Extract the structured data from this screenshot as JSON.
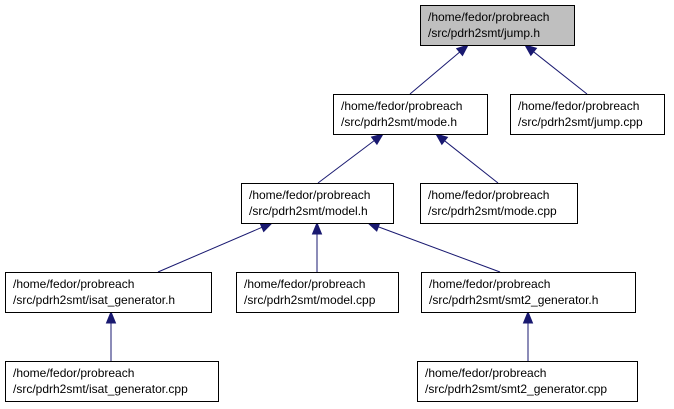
{
  "graph": {
    "colors": {
      "edge": "#191970",
      "root_fill": "#bfbfbf",
      "node_fill": "#ffffff",
      "node_border": "#000000"
    },
    "nodes": [
      {
        "id": "jump_h",
        "line1": "/home/fedor/probreach",
        "line2": "/src/pdrh2smt/jump.h",
        "root": true
      },
      {
        "id": "mode_h",
        "line1": "/home/fedor/probreach",
        "line2": "/src/pdrh2smt/mode.h"
      },
      {
        "id": "jump_cpp",
        "line1": "/home/fedor/probreach",
        "line2": "/src/pdrh2smt/jump.cpp"
      },
      {
        "id": "model_h",
        "line1": "/home/fedor/probreach",
        "line2": "/src/pdrh2smt/model.h"
      },
      {
        "id": "mode_cpp",
        "line1": "/home/fedor/probreach",
        "line2": "/src/pdrh2smt/mode.cpp"
      },
      {
        "id": "isat_h",
        "line1": "/home/fedor/probreach",
        "line2": "/src/pdrh2smt/isat_generator.h"
      },
      {
        "id": "model_cpp",
        "line1": "/home/fedor/probreach",
        "line2": "/src/pdrh2smt/model.cpp"
      },
      {
        "id": "smt2_h",
        "line1": "/home/fedor/probreach",
        "line2": "/src/pdrh2smt/smt2_generator.h"
      },
      {
        "id": "isat_cpp",
        "line1": "/home/fedor/probreach",
        "line2": "/src/pdrh2smt/isat_generator.cpp"
      },
      {
        "id": "smt2_cpp",
        "line1": "/home/fedor/probreach",
        "line2": "/src/pdrh2smt/smt2_generator.cpp"
      }
    ],
    "edges": [
      {
        "from": "mode_h",
        "to": "jump_h"
      },
      {
        "from": "jump_cpp",
        "to": "jump_h"
      },
      {
        "from": "model_h",
        "to": "mode_h"
      },
      {
        "from": "mode_cpp",
        "to": "mode_h"
      },
      {
        "from": "isat_h",
        "to": "model_h"
      },
      {
        "from": "model_cpp",
        "to": "model_h"
      },
      {
        "from": "smt2_h",
        "to": "model_h"
      },
      {
        "from": "isat_cpp",
        "to": "isat_h"
      },
      {
        "from": "smt2_cpp",
        "to": "smt2_h"
      }
    ]
  }
}
